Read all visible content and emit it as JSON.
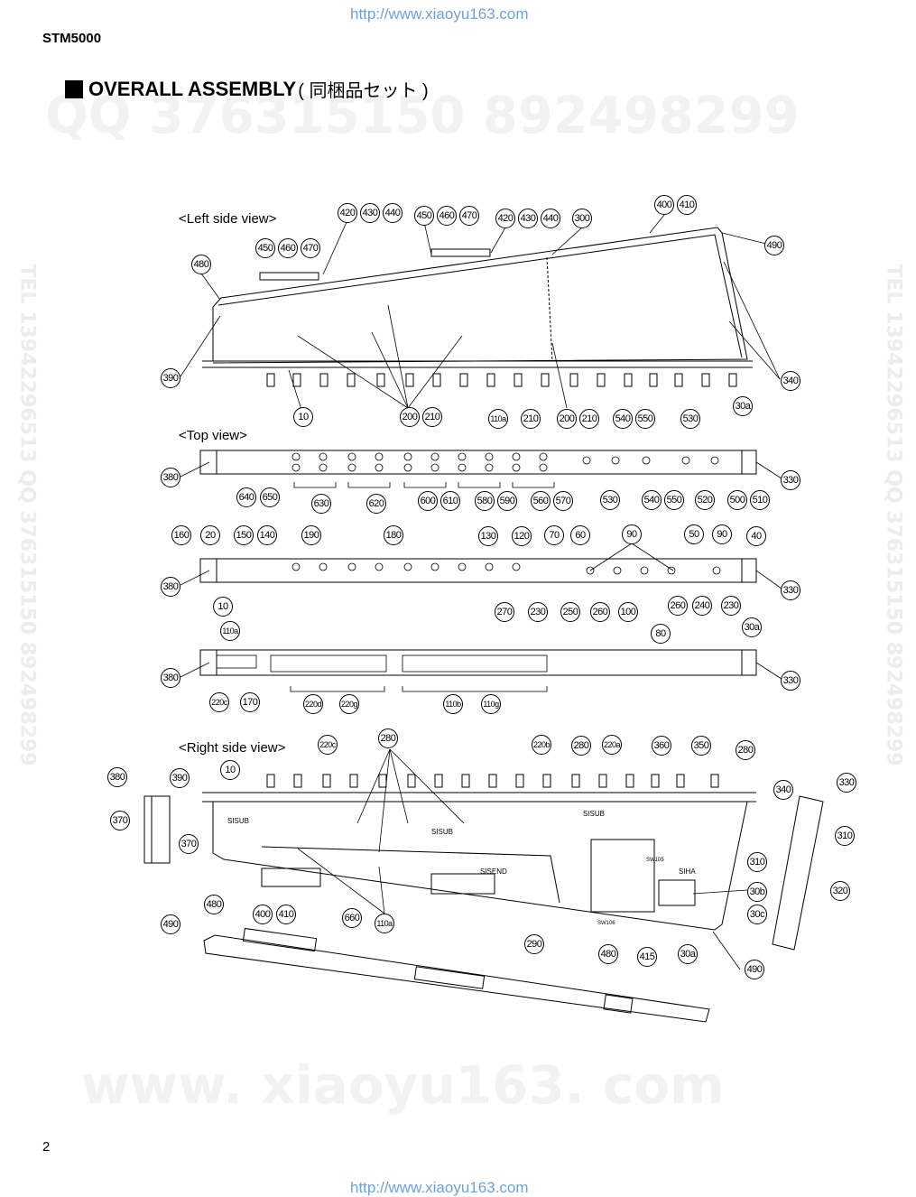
{
  "header": {
    "url_top": "http://www.xiaoyu163.com",
    "model": "STM5000",
    "title": "OVERALL ASSEMBLY",
    "title_jp": "( 同梱品セット )"
  },
  "watermarks": {
    "qq": "QQ 376315150  892498299",
    "site": "www. xiaoyu163. com",
    "side": "TEL 13942296513 QQ 376315150 892498299"
  },
  "views": {
    "left": "<Left side view>",
    "top": "<Top view>",
    "right": "<Right side view>"
  },
  "callouts": {
    "left": [
      "420",
      "430",
      "440",
      "450",
      "460",
      "470",
      "420",
      "430",
      "440",
      "300",
      "400",
      "410",
      "450",
      "460",
      "470",
      "480",
      "490",
      "390",
      "340",
      "10",
      "200",
      "210",
      "110a",
      "210",
      "200",
      "210",
      "540",
      "550",
      "530",
      "30a"
    ],
    "top1": [
      "380",
      "640",
      "650",
      "630",
      "620",
      "600",
      "610",
      "580",
      "590",
      "560",
      "570",
      "530",
      "540",
      "550",
      "520",
      "500",
      "510",
      "330"
    ],
    "top2": [
      "160",
      "20",
      "150",
      "140",
      "190",
      "180",
      "130",
      "120",
      "70",
      "60",
      "90",
      "50",
      "90",
      "40",
      "380",
      "10",
      "270",
      "230",
      "250",
      "260",
      "100",
      "260",
      "240",
      "230",
      "330"
    ],
    "top3": [
      "110a",
      "80",
      "30a",
      "380",
      "220c",
      "170",
      "220d",
      "220g",
      "110b",
      "110g",
      "330"
    ],
    "right": [
      "220c",
      "280",
      "220b",
      "280",
      "220a",
      "360",
      "350",
      "280",
      "380",
      "390",
      "10",
      "370",
      "370",
      "340",
      "330",
      "310",
      "310",
      "480",
      "400",
      "410",
      "660",
      "110a",
      "290",
      "30b",
      "30c",
      "320",
      "490",
      "480",
      "415",
      "30a",
      "490"
    ]
  },
  "pcb_labels": [
    "SISUB",
    "SISUB",
    "SISUB",
    "SISEND",
    "SIHA",
    "SW105",
    "SW106"
  ],
  "footer": {
    "page": "2",
    "url_bottom": "http://www.xiaoyu163.com"
  }
}
